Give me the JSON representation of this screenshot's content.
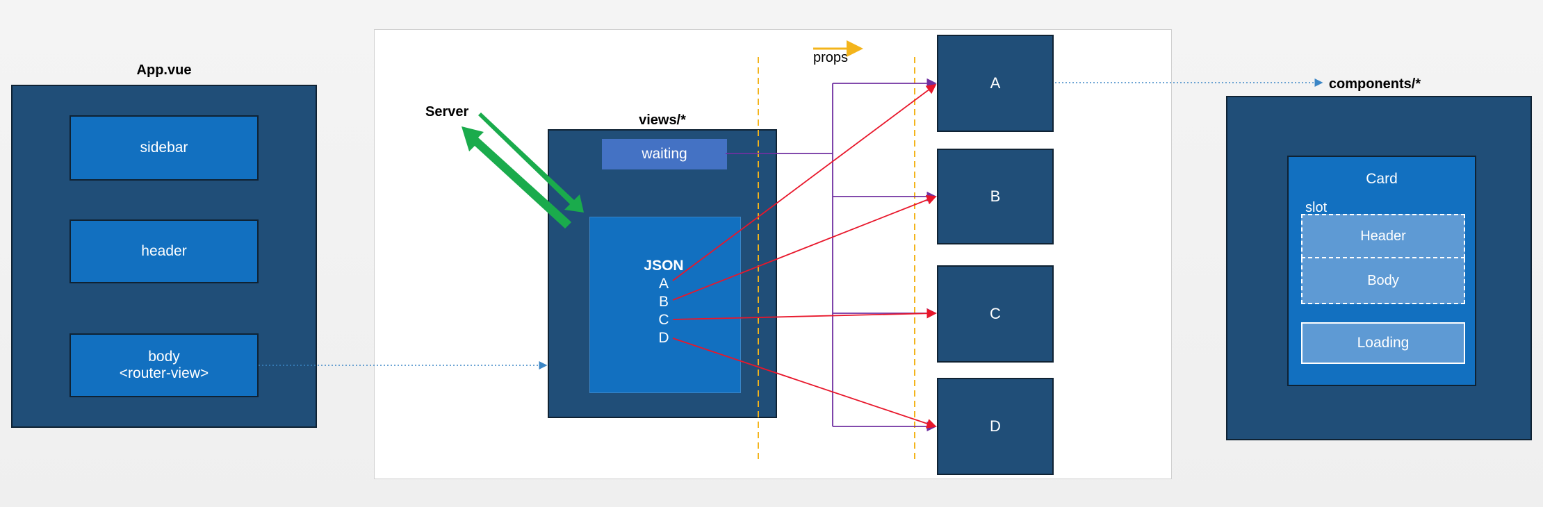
{
  "app_vue": {
    "title": "App.vue",
    "sidebar": "sidebar",
    "header": "header",
    "body_line1": "body",
    "body_line2": "<router-view>"
  },
  "views": {
    "title": "views/*",
    "server": "Server",
    "waiting": "waiting",
    "json_title": "JSON",
    "json_items": [
      "A",
      "B",
      "C",
      "D"
    ]
  },
  "props_legend": "props",
  "components_boxes": [
    "A",
    "B",
    "C",
    "D"
  ],
  "components": {
    "title": "components/*",
    "card": "Card",
    "slot": "slot",
    "slot_header": "Header",
    "slot_body": "Body",
    "loading": "Loading"
  },
  "colors": {
    "dark_box": "#204e78",
    "mid_box": "#1270c0",
    "props_arrow": "#f3b41b",
    "dashed_guides": "#f3b41b",
    "red_lines": "#e8172b",
    "purple_lines": "#7030a0",
    "server_arrows": "#1aab4c"
  }
}
